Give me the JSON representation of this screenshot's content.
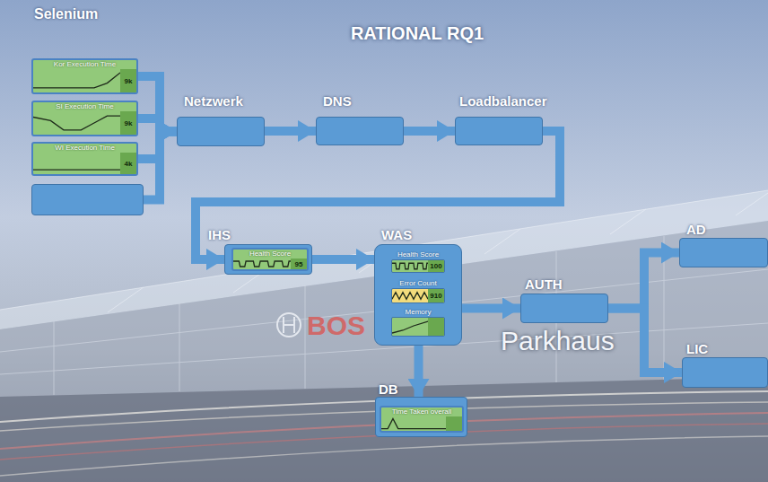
{
  "diagram": {
    "title": "RATIONAL RQ1",
    "nodes": [
      {
        "text": [
          "Kor Execution Time",
          "9k"
        ]
      },
      {
        "text": [
          "SI Execution Time",
          "9k"
        ]
      },
      {
        "text": [
          "WI Execution Time",
          "4k"
        ]
      },
      {
        "text": []
      },
      {
        "text": [
          "Netzwerk"
        ]
      },
      {
        "text": [
          "DNS"
        ]
      },
      {
        "text": [
          "Loadbalancer"
        ]
      },
      {
        "text": [
          "IHS"
        ]
      },
      {
        "text": [
          "Health Score",
          "95"
        ],
        "in": 7
      },
      {
        "text": [
          "WAS"
        ]
      },
      {
        "text": [
          "Health Score",
          "100"
        ],
        "in": 9
      },
      {
        "text": [
          "Error Count",
          "910"
        ],
        "in": 9
      },
      {
        "text": [
          "Memory"
        ],
        "in": 9
      },
      {
        "text": [
          "DB"
        ]
      },
      {
        "text": [
          "Time Taken overall"
        ],
        "in": 13
      },
      {
        "text": [
          "AUTH"
        ]
      },
      {
        "text": [
          "AD"
        ]
      },
      {
        "text": [
          "LIC"
        ]
      }
    ],
    "edges": [
      {
        "from": 0,
        "to": 4,
        "arrow": "to"
      },
      {
        "from": 1,
        "to": 4,
        "arrow": "to"
      },
      {
        "from": 2,
        "to": 4,
        "arrow": "to"
      },
      {
        "from": 3,
        "to": 4,
        "arrow": "to"
      },
      {
        "from": 4,
        "to": 5,
        "arrow": "to"
      },
      {
        "from": 5,
        "to": 6,
        "arrow": "to"
      },
      {
        "from": 6,
        "to": 7,
        "arrow": "to"
      },
      {
        "from": 7,
        "to": 9,
        "arrow": "to"
      },
      {
        "from": 9,
        "to": 15,
        "arrow": "to"
      },
      {
        "from": 15,
        "to": 16,
        "arrow": "to"
      },
      {
        "from": 15,
        "to": 17,
        "arrow": "to"
      },
      {
        "from": 9,
        "to": 13,
        "arrow": "to"
      }
    ],
    "labels": [
      "Selenium",
      "BOS",
      "Parkhaus"
    ]
  }
}
